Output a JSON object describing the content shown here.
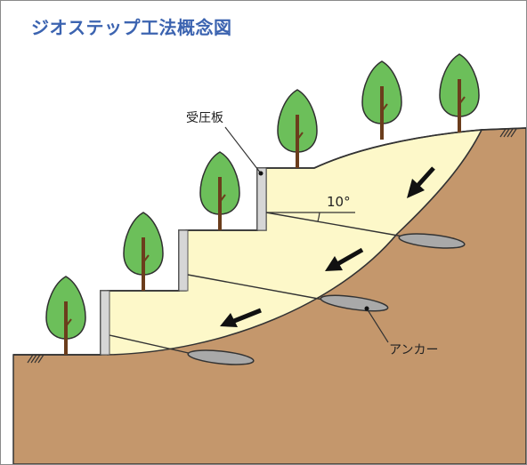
{
  "title": "ジオステップ工法概念図",
  "labels": {
    "pressure_plate": "受圧板",
    "angle": "10°",
    "anchor": "アンカー"
  },
  "colors": {
    "title": "#3b63b0",
    "ground": "#c4976c",
    "fill_zone": "#fdf8c9",
    "tree_foliage": "#6cbf5a",
    "tree_trunk": "#7a4a24",
    "anchor": "#a9a9a9",
    "arrow": "#111111"
  }
}
